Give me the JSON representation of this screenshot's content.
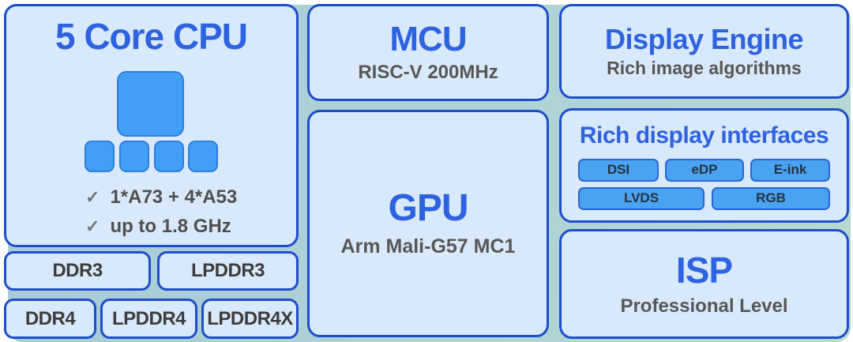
{
  "colors": {
    "backdrop_teal_left": "#a6cbd7",
    "backdrop_teal_right": "#b8d8d2",
    "panel_fill": "#d8e9fc",
    "panel_border": "#1d4ec9",
    "title_blue": "#2e63e0",
    "subtitle_gray": "#575757",
    "core_square_blue": "#41a0f5",
    "chip_blue": "#49a2f2"
  },
  "cpu": {
    "title": "5 Core CPU",
    "check_glyph": "✓",
    "features": [
      "1*A73 + 4*A53",
      "up to 1.8 GHz"
    ]
  },
  "memory": {
    "row1": [
      "DDR3",
      "LPDDR3"
    ],
    "row2": [
      "DDR4",
      "LPDDR4",
      "LPDDR4X"
    ]
  },
  "mcu": {
    "title": "MCU",
    "subtitle": "RISC-V 200MHz"
  },
  "gpu": {
    "title": "GPU",
    "subtitle": "Arm Mali-G57 MC1"
  },
  "display_engine": {
    "title": "Display Engine",
    "subtitle": "Rich image algorithms"
  },
  "display_interfaces": {
    "title": "Rich display interfaces",
    "row1": [
      "DSI",
      "eDP",
      "E-ink"
    ],
    "row2": [
      "LVDS",
      "RGB"
    ]
  },
  "isp": {
    "title": "ISP",
    "subtitle": "Professional Level"
  }
}
